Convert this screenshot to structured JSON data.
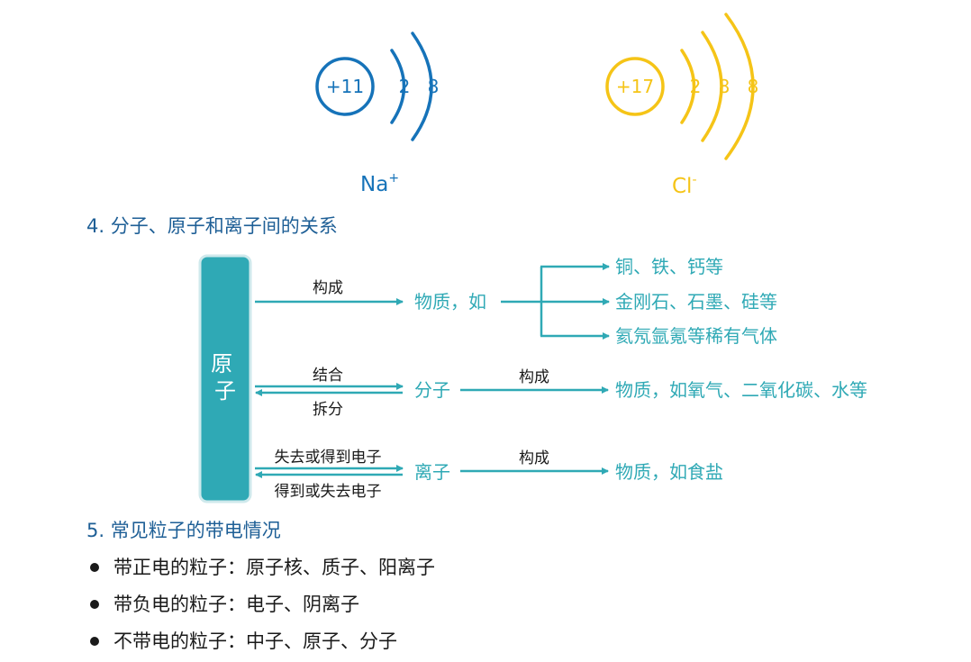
{
  "colors": {
    "na_blue": "#1673b9",
    "cl_yellow": "#f5c417",
    "teal": "#2fa9b5",
    "heading_blue": "#1e5f96",
    "dark": "#1a1a1a"
  },
  "na_ion": {
    "nucleus": "+11",
    "shells": [
      "2",
      "8"
    ],
    "symbol": "Na",
    "charge": "+"
  },
  "cl_ion": {
    "nucleus": "+17",
    "shells": [
      "2",
      "8",
      "8"
    ],
    "symbol": "Cl",
    "charge": "-"
  },
  "section4": {
    "title": "4. 分子、原子和离子间的关系",
    "atom_box": "原子",
    "row1": {
      "arrow_label": "构成",
      "target": "物质，如",
      "branches": [
        "铜、铁、钙等",
        "金刚石、石墨、硅等",
        "氦氖氩氪等稀有气体"
      ]
    },
    "row2": {
      "forward_label": "结合",
      "backward_label": "拆分",
      "node": "分子",
      "arrow_label": "构成",
      "target": "物质，如氧气、二氧化碳、水等"
    },
    "row3": {
      "forward_label": "失去或得到电子",
      "backward_label": "得到或失去电子",
      "node": "离子",
      "arrow_label": "构成",
      "target": "物质，如食盐"
    }
  },
  "section5": {
    "title": "5. 常见粒子的带电情况",
    "items": [
      "带正电的粒子：原子核、质子、阳离子",
      "带负电的粒子：电子、阴离子",
      "不带电的粒子：中子、原子、分子"
    ]
  }
}
